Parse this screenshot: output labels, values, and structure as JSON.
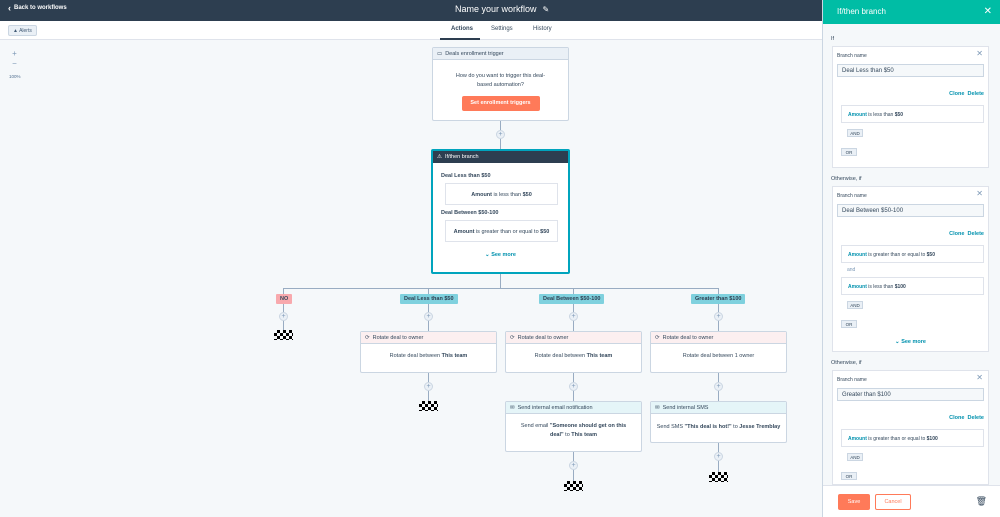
{
  "header": {
    "back_label": "Back to workflows",
    "title": "Name your workflow"
  },
  "toolbar": {
    "alerts_label": "Alerts"
  },
  "tabs": [
    {
      "label": "Actions"
    },
    {
      "label": "Settings"
    },
    {
      "label": "History"
    }
  ],
  "zoom": {
    "plus": "+",
    "minus": "−",
    "level": "100%"
  },
  "trigger": {
    "header": "Deals enrollment trigger",
    "text": "How do you want to trigger this deal-based automation?",
    "button": "Set enrollment triggers"
  },
  "branch": {
    "header": "If/then branch",
    "branches": [
      {
        "name": "Deal Less than $50",
        "cond_prop": "Amount",
        "cond_op": " is less than ",
        "cond_val": "$50"
      },
      {
        "name": "Deal Between $50-100",
        "cond_prop": "Amount",
        "cond_op": " is greater than or equal to ",
        "cond_val": "$50"
      }
    ],
    "see_more": "See more"
  },
  "branch_tags": [
    "NO",
    "Deal Less than $50",
    "Deal Between $50-100",
    "Greater than $100"
  ],
  "actions": {
    "rotate_header": "Rotate deal to owner",
    "rotate1": {
      "prefix": "Rotate deal between ",
      "bold": "This team"
    },
    "rotate2": {
      "prefix": "Rotate deal between ",
      "bold": "This team"
    },
    "rotate3": {
      "text": "Rotate deal between 1 owner"
    },
    "email_header": "Send internal email notification",
    "email": {
      "p1": "Send email ",
      "b1": "\"Someone should get on this deal\"",
      "p2": " to ",
      "b2": "This team"
    },
    "sms_header": "Send internal SMS",
    "sms": {
      "p1": "Send SMS ",
      "b1": "\"This deal is hot!\"",
      "p2": " to ",
      "b2": "Jesse Tremblay"
    }
  },
  "panel": {
    "title": "If/then branch",
    "if_label": "If",
    "otherwise_label": "Otherwise, if",
    "branch_name_label": "Branch name",
    "clone": "Clone",
    "delete": "Delete",
    "and_btn": "AND",
    "or_btn": "OR",
    "and_text": "and",
    "see_more": "See more",
    "b1": {
      "name": "Deal Less than $50",
      "c1p": "Amount",
      "c1o": " is less than ",
      "c1v": "$50"
    },
    "b2": {
      "name": "Deal Between $50-100",
      "c1p": "Amount",
      "c1o": " is greater than or equal to ",
      "c1v": "$50",
      "c2p": "Amount",
      "c2o": " is less than ",
      "c2v": "$100"
    },
    "b3": {
      "name": "Greater than $100",
      "c1p": "Amount",
      "c1o": " is greater than or equal to ",
      "c1v": "$100"
    },
    "save": "Save",
    "cancel": "Cancel"
  },
  "colors": {
    "header_bg": "#2d3e50",
    "panel_accent": "#00bda5",
    "primary_orange": "#ff7a59",
    "branch_border": "#00a4bd",
    "tag_teal": "#7fd1de",
    "tag_pink": "#f8a9ad"
  }
}
